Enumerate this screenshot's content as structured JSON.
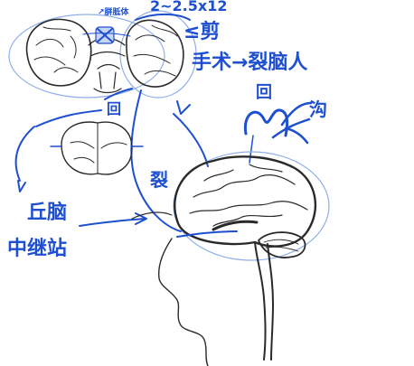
{
  "labels": {
    "top_note": "2~2.5x12",
    "small_note": "↗胼胝体",
    "split_brain_1": "≤剪",
    "split_brain_2": "手术→裂脑人",
    "gyrus_top": "回",
    "gyrus_right": "回",
    "sulcus": "沟",
    "fissure": "裂",
    "thalamus_1": "丘脑",
    "thalamus_2": "中继站"
  },
  "colors": {
    "annotation_ink": "#1f4fd1",
    "drawing_ink": "#2a2a2a",
    "halo": "#8fb0e8"
  }
}
